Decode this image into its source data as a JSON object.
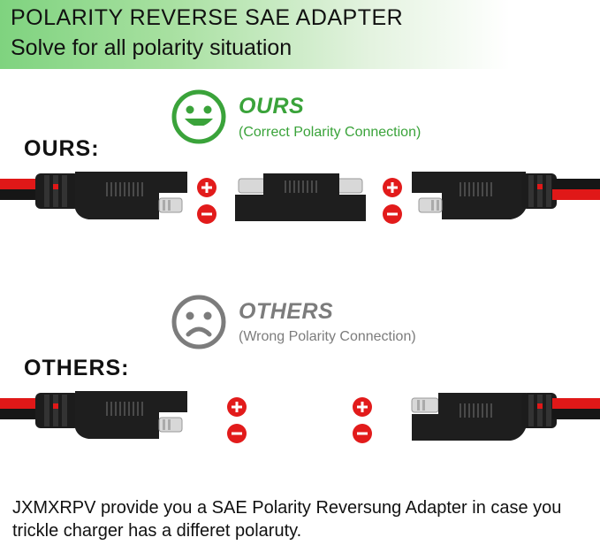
{
  "banner": {
    "title": "POLARITY REVERSE SAE ADAPTER",
    "subtitle": "Solve for all polarity situation",
    "gradient_color": "#7fd37f"
  },
  "ours": {
    "row_label": "OURS:",
    "tag_title": "OURS",
    "tag_subtitle": "(Correct Polarity Connection)",
    "face_icon": "smiley-face-icon",
    "accent_color": "#3aa33a"
  },
  "others": {
    "row_label": "OTHERS:",
    "tag_title": "OTHERS",
    "tag_subtitle": "(Wrong Polarity Connection)",
    "face_icon": "sad-face-icon",
    "accent_color": "#7c7c7c"
  },
  "polarity": {
    "positive_symbol": "+",
    "negative_symbol": "−",
    "badge_color": "#e21b1b"
  },
  "footer": {
    "text": "JXMXRPV provide you a SAE Polarity Reversung Adapter in case you trickle charger has a differet polaruty."
  }
}
